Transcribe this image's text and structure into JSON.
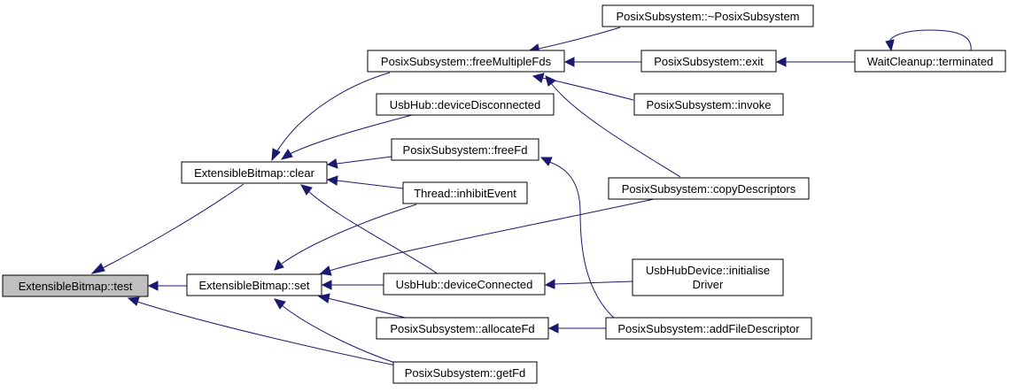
{
  "nodes": {
    "test": "ExtensibleBitmap::test",
    "clear": "ExtensibleBitmap::clear",
    "set": "ExtensibleBitmap::set",
    "freeMultipleFds": "PosixSubsystem::freeMultipleFds",
    "deviceDisconnected": "UsbHub::deviceDisconnected",
    "freeFd": "PosixSubsystem::freeFd",
    "inhibitEvent": "Thread::inhibitEvent",
    "deviceConnected": "UsbHub::deviceConnected",
    "allocateFd": "PosixSubsystem::allocateFd",
    "getFd": "PosixSubsystem::getFd",
    "destructor": "PosixSubsystem::~PosixSubsystem",
    "exit": "PosixSubsystem::exit",
    "invoke": "PosixSubsystem::invoke",
    "copyDescriptors": "PosixSubsystem::copyDescriptors",
    "initialiseDriver_line1": "UsbHubDevice::initialise",
    "initialiseDriver_line2": "Driver",
    "addFileDescriptor": "PosixSubsystem::addFileDescriptor",
    "terminated": "WaitCleanup::terminated"
  },
  "colors": {
    "edge": "#191970",
    "highlighted_node_fill": "#bfbfbf",
    "node_border": "#000000"
  }
}
